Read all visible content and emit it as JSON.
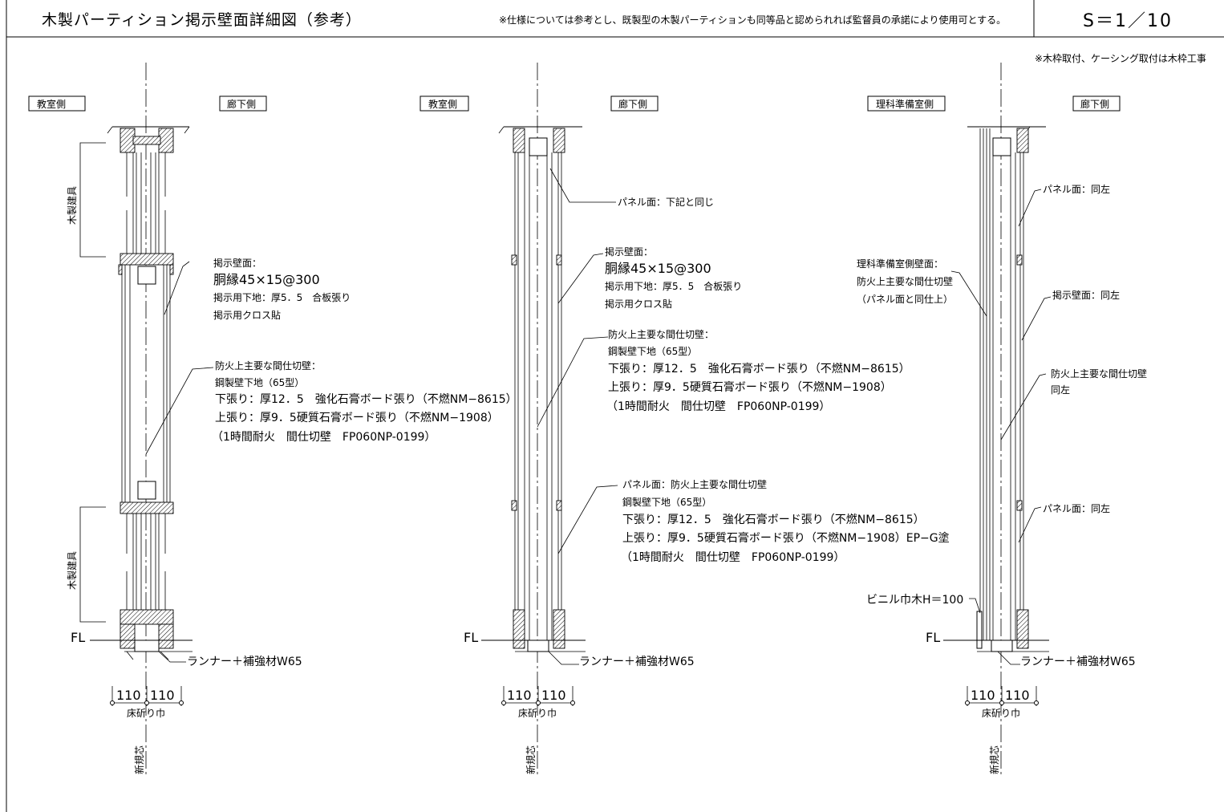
{
  "header": {
    "title": "木製パーティション掲示壁面詳細図（参考）",
    "note": "※仕様については参考とし、既製型の木製パーティションも同等品と認められれば監督員の承諾により使用可とする。",
    "scale": "S＝1／10"
  },
  "top_note": "※木枠取付、ケーシング取付は木枠工事",
  "section_left": {
    "room_a": "教室側",
    "room_b": "廊下側",
    "fixture_top": "木製建具",
    "fixture_bottom": "木製建具",
    "board_lines": [
      "掲示壁面：",
      "胴縁45×15@300",
      "掲示用下地：厚5．5　合板張り",
      "掲示用クロス貼"
    ],
    "wall_lines": [
      "防火上主要な間仕切壁：",
      "鋼製壁下地（65型）",
      "下張り：厚12．5　強化石膏ボード張り（不燃NM−8615）",
      "上張り：厚9．5硬質石膏ボード張り（不燃NM−1908）",
      "（1時間耐火　間仕切壁　FP060NP-0199）"
    ],
    "fl": "FL",
    "runner": "ランナー＋補強材W65",
    "dims": [
      "110",
      "110"
    ],
    "floor_label": "床斫り巾",
    "new_label": "新規芯"
  },
  "section_mid": {
    "room_a": "教室側",
    "room_b": "廊下側",
    "panel_top": "パネル面：下記と同じ",
    "board_lines": [
      "掲示壁面：",
      "胴縁45×15@300",
      "掲示用下地：厚5．5　合板張り",
      "掲示用クロス貼"
    ],
    "wall_lines": [
      "防火上主要な間仕切壁：",
      "鋼製壁下地（65型）",
      "下張り：厚12．5　強化石膏ボード張り（不燃NM−8615）",
      "上張り：厚9．5硬質石膏ボード張り（不燃NM−1908）",
      "（1時間耐火　間仕切壁　FP060NP-0199）"
    ],
    "panel_lines": [
      "パネル面：防火上主要な間仕切壁",
      "鋼製壁下地（65型）",
      "下張り：厚12．5　強化石膏ボード張り（不燃NM−8615）",
      "上張り：厚9．5硬質石膏ボード張り（不燃NM−1908）EP−G塗",
      "（1時間耐火　間仕切壁　FP060NP-0199）"
    ],
    "fl": "FL",
    "runner": "ランナー＋補強材W65",
    "dims": [
      "110",
      "110"
    ],
    "floor_label": "床斫り巾",
    "new_label": "新規芯"
  },
  "section_right": {
    "room_a": "理科準備室側",
    "room_b": "廊下側",
    "panel_top": "パネル面：同左",
    "side_lines": [
      "理科準備室側壁面：",
      "防火上主要な間仕切壁",
      "（パネル面と同仕上）"
    ],
    "board": "掲示壁面：同左",
    "wall_lines": [
      "防火上主要な間仕切壁",
      "同左"
    ],
    "panel_bottom": "パネル面：同左",
    "baseboard": "ビニル巾木H＝100",
    "fl": "FL",
    "runner": "ランナー＋補強材W65",
    "dims": [
      "110",
      "110"
    ],
    "floor_label": "床斫り巾",
    "new_label": "新規芯"
  }
}
